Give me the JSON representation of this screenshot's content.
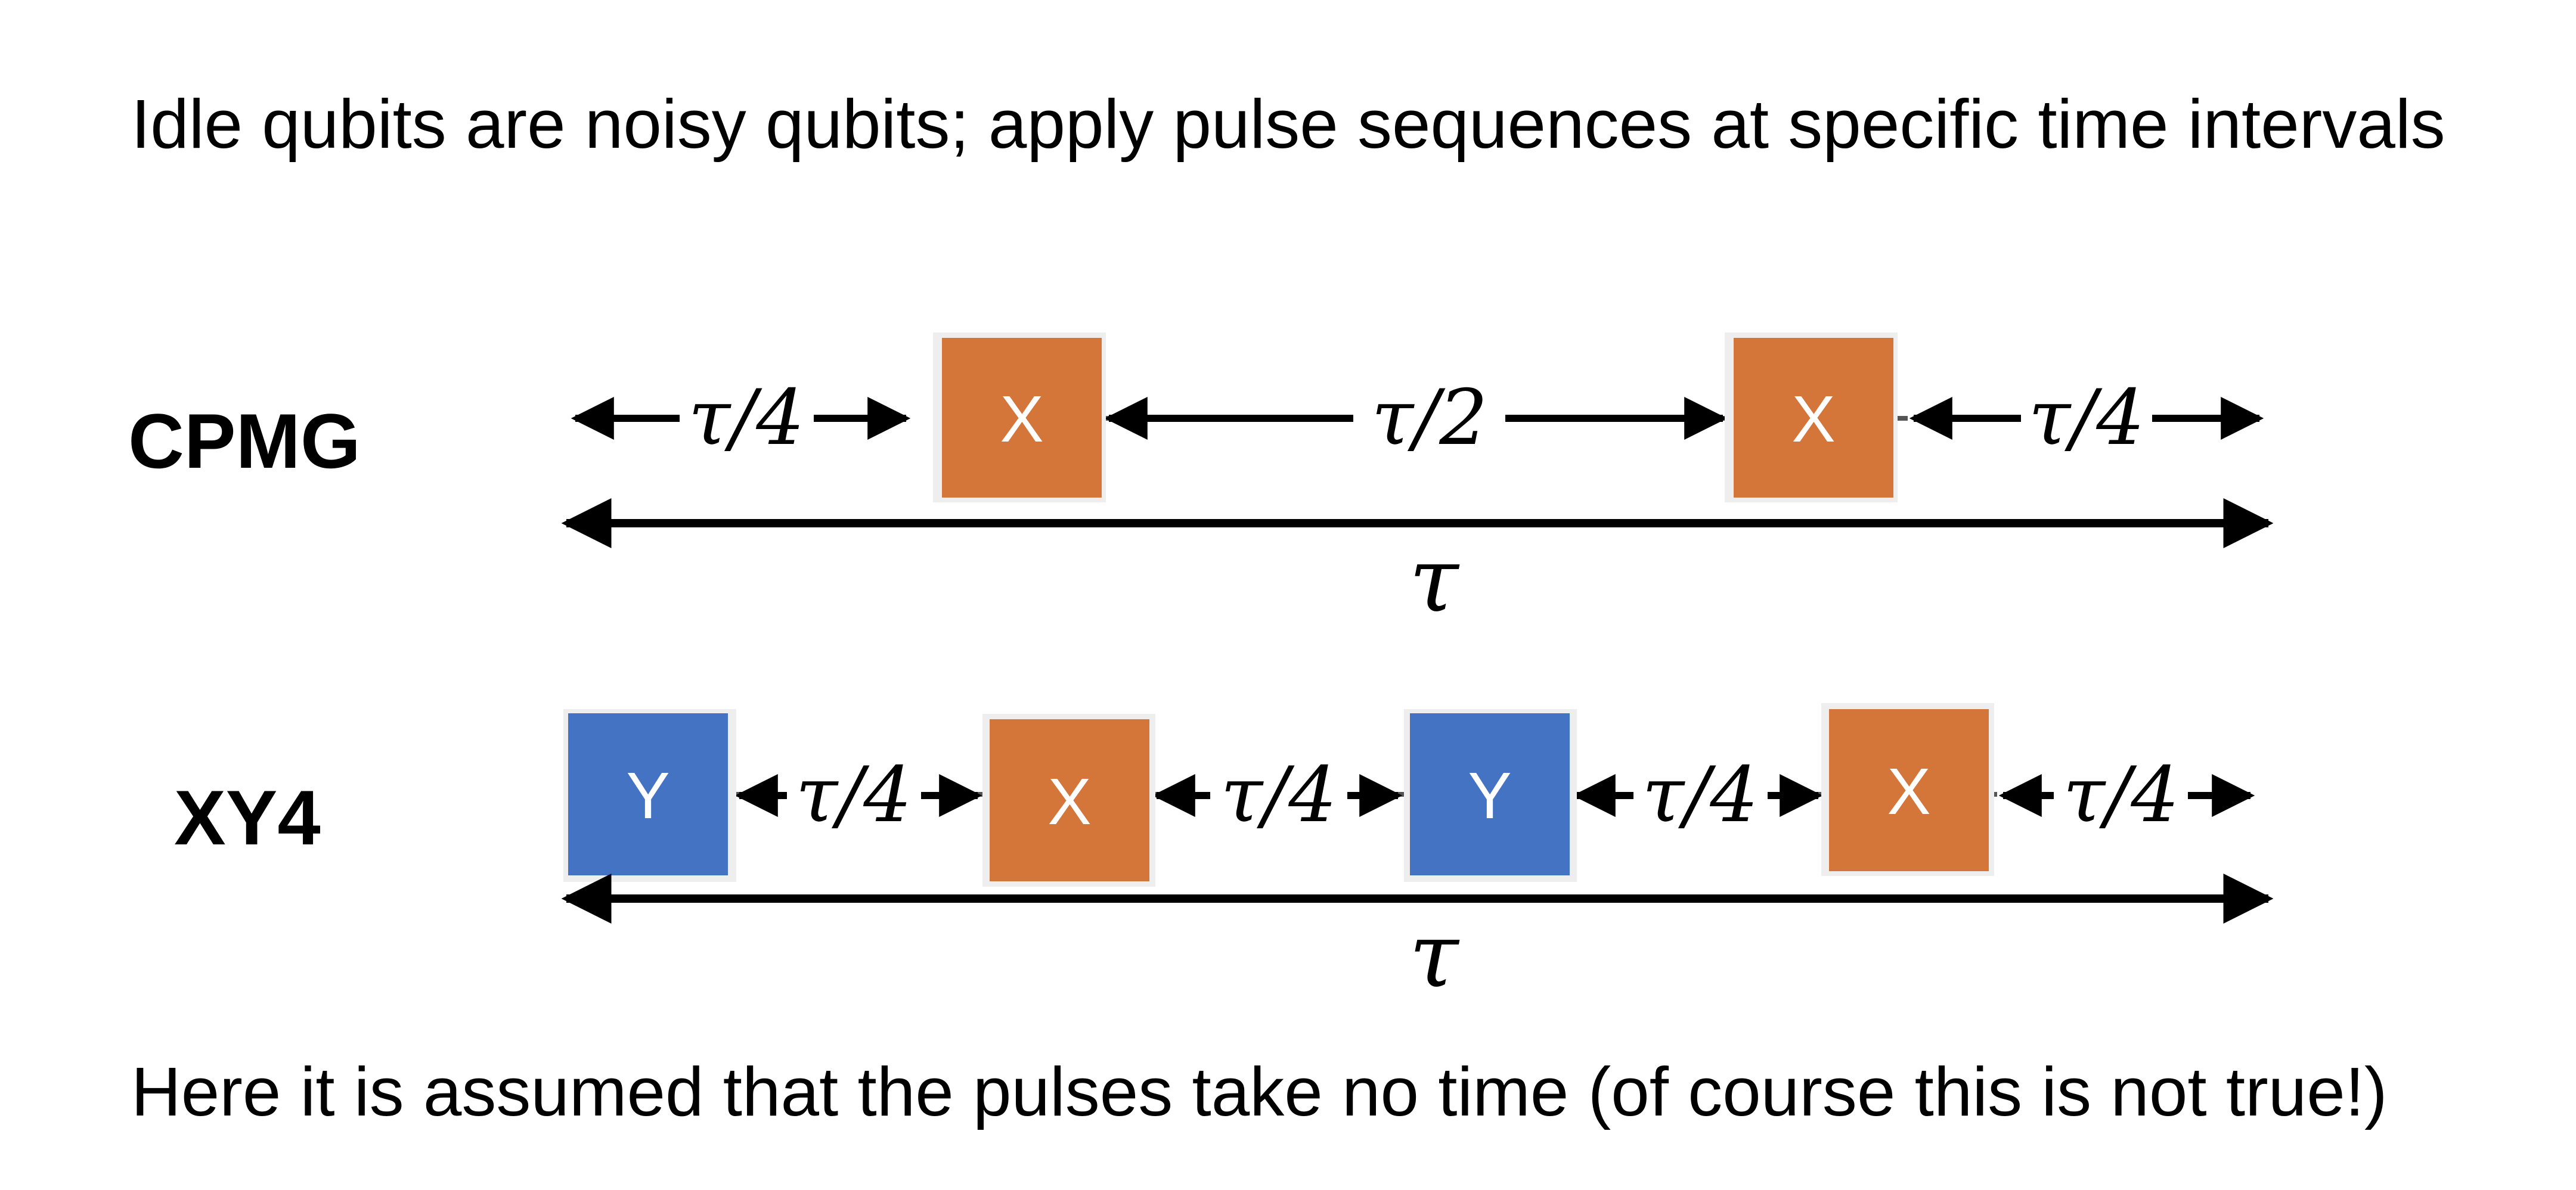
{
  "heading": "Idle qubits are noisy qubits; apply pulse sequences at specific time intervals",
  "footnote": "Here it is assumed that the pulses take no time (of course this is not true!)",
  "colors": {
    "x_pulse": "#d4753a",
    "y_pulse": "#4573c3",
    "line": "#000000"
  },
  "sequences": {
    "cpmg": {
      "label": "CPMG",
      "pulses": [
        {
          "gate": "X",
          "color": "#d4753a"
        },
        {
          "gate": "X",
          "color": "#d4753a"
        }
      ],
      "intervals": [
        "τ/4",
        "τ/2",
        "τ/4"
      ],
      "total": "τ"
    },
    "xy4": {
      "label": "XY4",
      "pulses": [
        {
          "gate": "Y",
          "color": "#4573c3"
        },
        {
          "gate": "X",
          "color": "#d4753a"
        },
        {
          "gate": "Y",
          "color": "#4573c3"
        },
        {
          "gate": "X",
          "color": "#d4753a"
        }
      ],
      "intervals": [
        "τ/4",
        "τ/4",
        "τ/4",
        "τ/4"
      ],
      "total": "τ"
    }
  }
}
